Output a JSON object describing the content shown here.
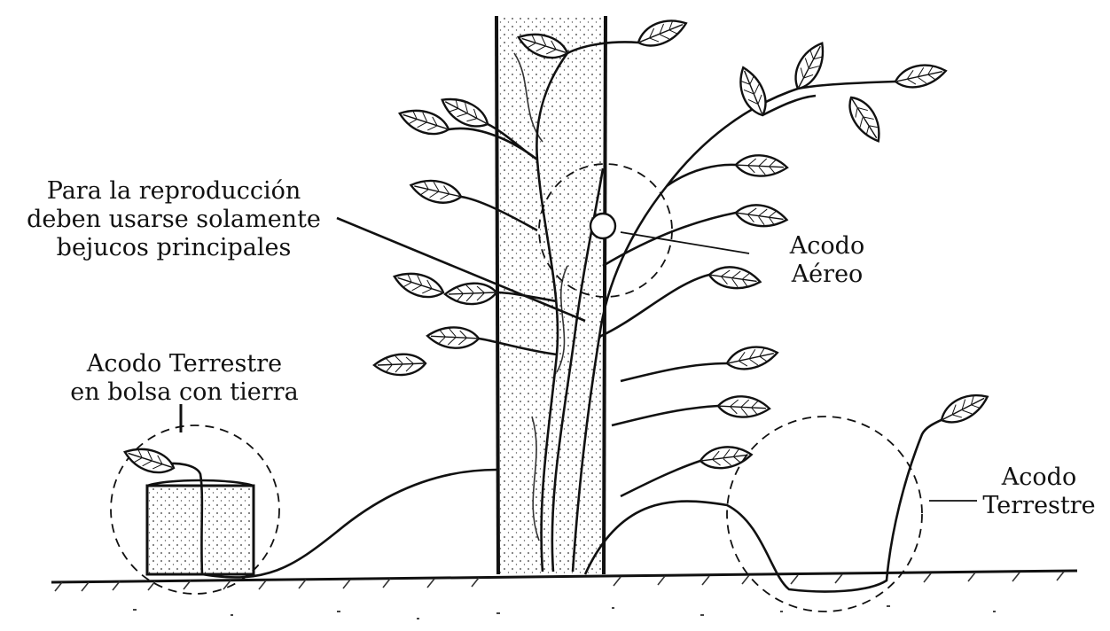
{
  "labels": {
    "reproduccion": [
      "Para la reproducción",
      "deben usarse solamente",
      "bejucos principales"
    ],
    "aereo": [
      "Acodo",
      "Aéreo"
    ],
    "bolsa": [
      "Acodo Terrestre",
      "en bolsa con tierra"
    ],
    "terrestre": [
      "Acodo",
      "Terrestre"
    ]
  },
  "colors": {
    "ink": "#111111",
    "background": "#ffffff"
  }
}
